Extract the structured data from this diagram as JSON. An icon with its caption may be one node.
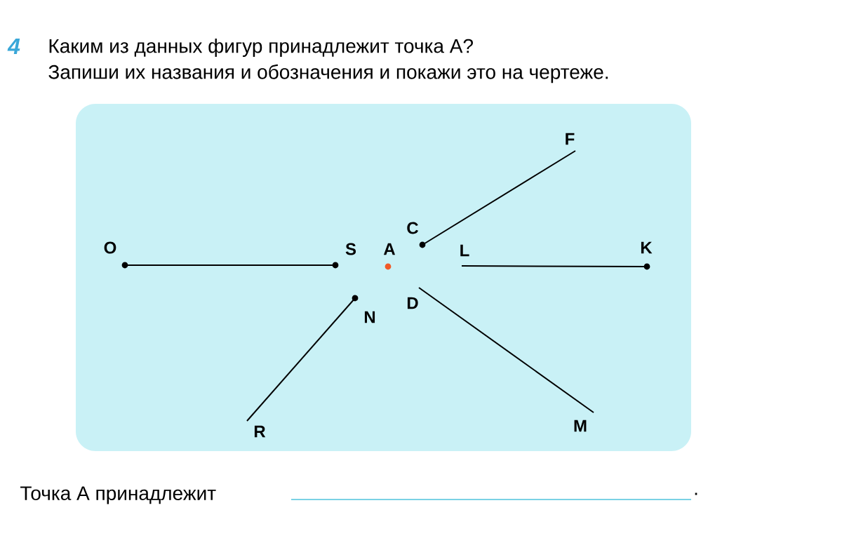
{
  "diagram": {
    "nodes": [
      {
        "text": [
          "O"
        ]
      },
      {
        "text": [
          "S"
        ]
      },
      {
        "text": [
          "A"
        ]
      },
      {
        "text": [
          "C"
        ]
      },
      {
        "text": [
          "F"
        ]
      },
      {
        "text": [
          "L"
        ]
      },
      {
        "text": [
          "K"
        ]
      },
      {
        "text": [
          "N"
        ]
      },
      {
        "text": [
          "R"
        ]
      },
      {
        "text": [
          "D"
        ]
      },
      {
        "text": [
          "M"
        ]
      }
    ],
    "edges": [
      {
        "from": 0,
        "to": 1,
        "arrow": "none"
      },
      {
        "from": 3,
        "to": 4,
        "arrow": "none"
      },
      {
        "from": 5,
        "to": 6,
        "arrow": "none"
      },
      {
        "from": 7,
        "to": 8,
        "arrow": "none"
      },
      {
        "from": 9,
        "to": 10,
        "arrow": "none"
      }
    ],
    "labels": [
      "4",
      "Каким из данных фигур принадлежит точка А?",
      "Запиши их названия и обозначения и покажи это на чертеже.",
      "Точка А принадлежит",
      "."
    ]
  }
}
